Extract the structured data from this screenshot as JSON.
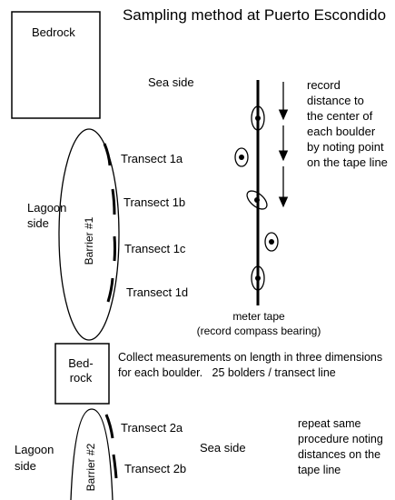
{
  "title": "Sampling method at Puerto Escondido",
  "labels": {
    "bedrock_top": "Bedrock",
    "sea_side_top": "Sea side",
    "lagoon_side_top": [
      "Lagoon",
      "side"
    ],
    "barrier1": "Barrier #1",
    "transect_1a": "Transect 1a",
    "transect_1b": "Transect 1b",
    "transect_1c": "Transect 1c",
    "transect_1d": "Transect 1d",
    "record_note": [
      "record",
      "distance to",
      "the center of",
      "each boulder",
      "by noting point",
      "on the tape line"
    ],
    "meter_tape": [
      "meter tape",
      "(record compass bearing)"
    ],
    "bedrock_mid": [
      "Bed-",
      "rock"
    ],
    "measure_note": [
      "Collect measurements on length in three dimensions",
      "for each boulder.   25 bolders / transect line"
    ],
    "transect_2a": "Transect 2a",
    "transect_2b": "Transect 2b",
    "lagoon_side_bottom": [
      "Lagoon",
      "side"
    ],
    "barrier2": "Barrier #2",
    "sea_side_bottom": "Sea side",
    "repeat_note": [
      "repeat same",
      "procedure noting",
      "distances on the",
      "tape line"
    ]
  }
}
